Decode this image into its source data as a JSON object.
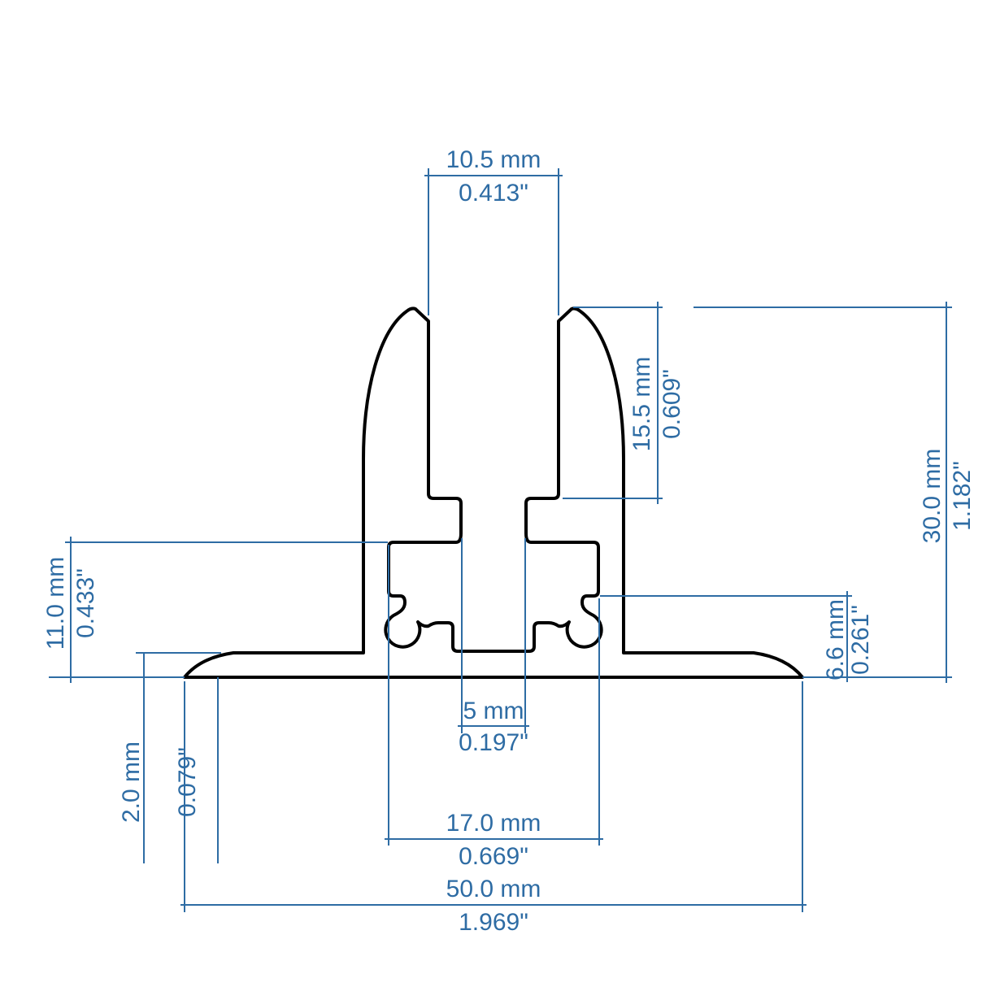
{
  "drawing": {
    "background": "#ffffff",
    "outline_color": "#000000",
    "dimension_color": "#2e6ca4",
    "dimensions": {
      "slot_top_width": {
        "mm": "10.5 mm",
        "inch": "0.413\""
      },
      "prong_depth": {
        "mm": "15.5 mm",
        "inch": "0.609\""
      },
      "overall_height": {
        "mm": "30.0 mm",
        "inch": "1.182\""
      },
      "left_shoulder_height": {
        "mm": "11.0 mm",
        "inch": "0.433\""
      },
      "base_thickness": {
        "mm": "2.0 mm",
        "inch": "0.079\""
      },
      "cavity_height": {
        "mm": "6.6 mm",
        "inch": "0.261\""
      },
      "slot_width": {
        "mm": "5 mm",
        "inch": "0.197\""
      },
      "channel_width": {
        "mm": "17.0 mm",
        "inch": "0.669\""
      },
      "overall_width": {
        "mm": "50.0 mm",
        "inch": "1.969\""
      }
    }
  }
}
